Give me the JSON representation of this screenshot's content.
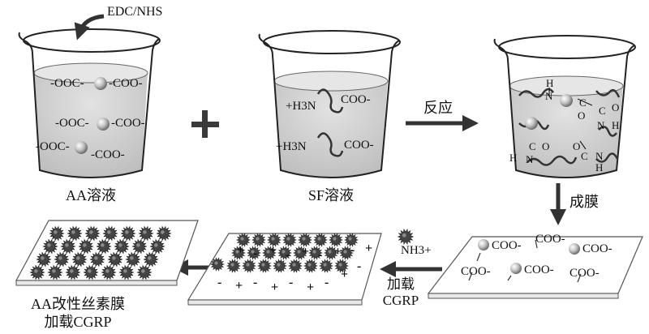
{
  "reagent_label": "EDC/NHS",
  "beaker_aa": {
    "caption": "AA溶液",
    "rows": [
      {
        "left": "-OOC-",
        "right": "-COO-"
      },
      {
        "left": "-OOC-",
        "right": "-COO-"
      },
      {
        "left": "-OOC-",
        "right": "-COO-"
      }
    ]
  },
  "plus_sign": "+",
  "beaker_sf": {
    "caption": "SF溶液",
    "groups": [
      {
        "amine": "+H3N",
        "carboxyl": "COO-"
      },
      {
        "amine": "+H3N",
        "carboxyl": "COO-"
      }
    ]
  },
  "step_react": "反应",
  "beaker_product": {
    "atoms": [
      "H",
      "N",
      "C",
      "O",
      "C",
      "O",
      "N",
      "H",
      "C",
      "O",
      "H",
      "N",
      "O",
      "C",
      "N",
      "H"
    ]
  },
  "step_film": "成膜",
  "film_surface": {
    "groups": [
      "COO-",
      "COO-",
      "COO-",
      "COO-",
      "COO-",
      "COO-"
    ]
  },
  "grafting": {
    "label_line1": "加载",
    "label_line2": "CGRP",
    "ion_label": "NH3+"
  },
  "loaded_film": {
    "signs": [
      "+",
      "-",
      "+",
      "-",
      "+",
      "-",
      "+",
      "-",
      "+",
      "-",
      "+",
      "-",
      "+",
      "-",
      "+",
      "-",
      "+",
      "-"
    ]
  },
  "final_caption_line1": "AA改性丝素膜",
  "final_caption_line2": "加载CGRP",
  "colors": {
    "liquid": "#cfcfcf",
    "outline": "#222222",
    "arrow": "#333333",
    "sphere": "#bdbdbd",
    "spiky": "#4a4a4a"
  }
}
